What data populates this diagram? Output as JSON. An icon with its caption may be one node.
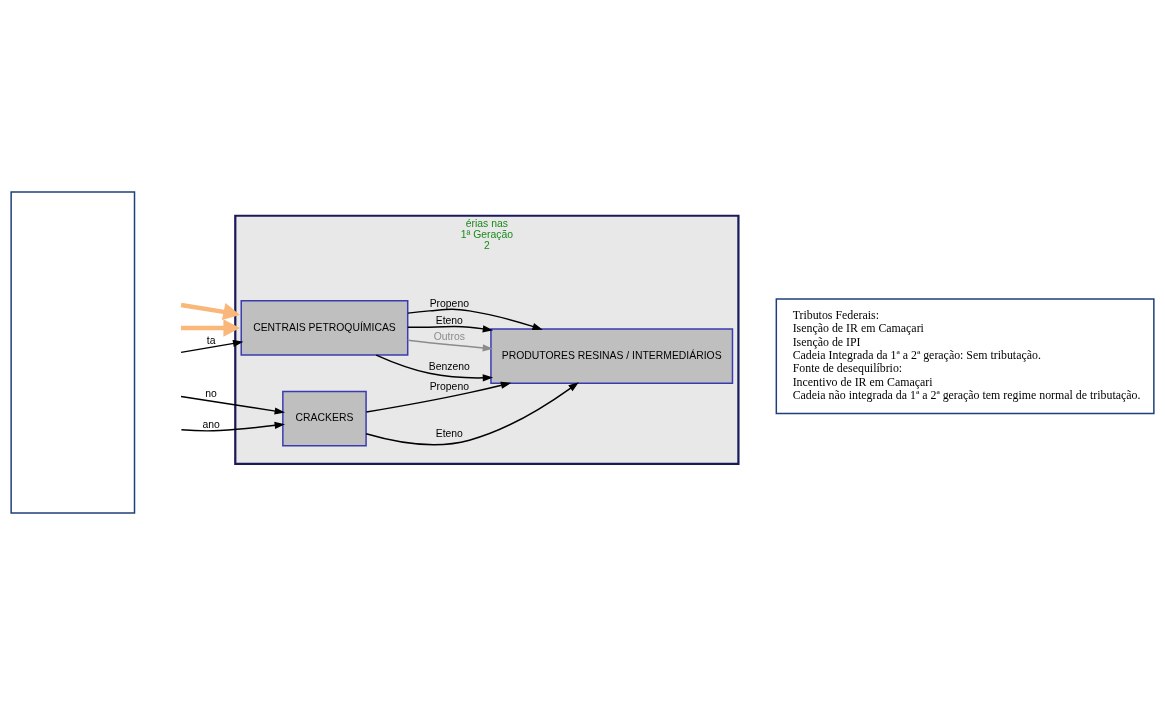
{
  "diagram": {
    "nodes": [
      {
        "text": [],
        "shape": "box"
      },
      {
        "text": [
          "érias nas",
          "1ª Geração",
          "2"
        ]
      },
      {
        "text": [
          "CENTRAIS PETROQUÍMICAS"
        ],
        "in": 1
      },
      {
        "text": [
          "CRACKERS"
        ],
        "in": 1
      },
      {
        "text": [
          "PRODUTORES RESINAS / INTERMEDIÁRIOS"
        ],
        "in": 1
      },
      {
        "text": [
          "Tributos Federais:",
          "Isenção de IR em Camaçari",
          "Isenção de IPI",
          "Cadeia Integrada da 1ª a 2ª geração: Sem tributação.",
          "Fonte de desequilíbrio:",
          "Incentivo de IR em Camaçari",
          "Cadeia não integrada da 1ª a 2ª geração tem regime normal de tributação."
        ]
      }
    ],
    "edges": [
      {
        "from": null,
        "to": 1,
        "arrow": "to",
        "style": "thick",
        "color": "#f9b77a"
      },
      {
        "from": null,
        "to": 2,
        "arrow": "to",
        "label": "ta"
      },
      {
        "from": null,
        "to": 3,
        "arrow": "to",
        "label": "no"
      },
      {
        "from": null,
        "to": 3,
        "arrow": "to",
        "label": "ano"
      },
      {
        "from": 2,
        "to": 4,
        "arrow": "to",
        "label": "Eteno"
      },
      {
        "from": 2,
        "to": 4,
        "arrow": "to",
        "label": "Propeno"
      },
      {
        "from": 2,
        "to": 4,
        "arrow": "to",
        "label": "Benzeno"
      },
      {
        "from": 2,
        "to": 4,
        "arrow": "to",
        "label": "Outros",
        "color": "#8c8c8c"
      },
      {
        "from": 3,
        "to": 4,
        "arrow": "to",
        "label": "Eteno"
      },
      {
        "from": 3,
        "to": 4,
        "arrow": "to",
        "label": "Propeno"
      },
      {
        "from": null,
        "to": 1,
        "arrow": "to",
        "style": "thick",
        "color": "#f9b77a"
      }
    ]
  }
}
